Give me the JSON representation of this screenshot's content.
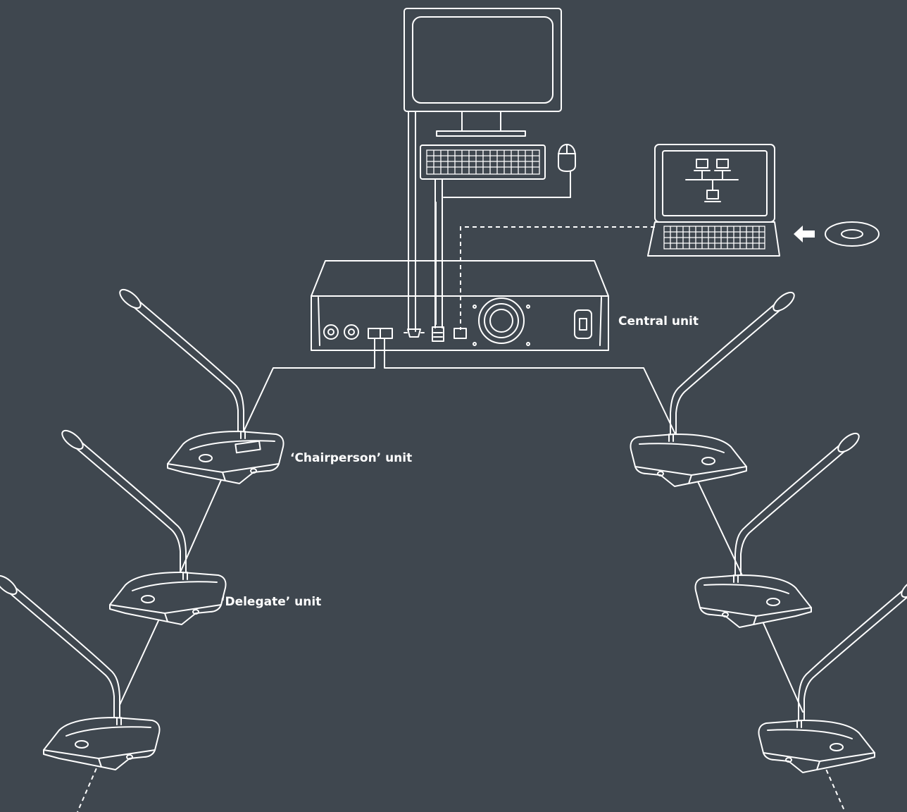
{
  "labels": {
    "central_unit": "Central unit",
    "chairperson_unit": "‘Chairperson’ unit",
    "delegate_unit": "‘Delegate’ unit"
  },
  "icons": {
    "monitor": "monitor-icon",
    "keyboard": "keyboard-icon",
    "mouse": "mouse-icon",
    "laptop": "laptop-icon",
    "network": "network-icon",
    "cd": "cd-icon",
    "arrow": "arrow-left-icon",
    "central_unit": "central-unit-icon",
    "conference_unit": "conference-microphone-unit-icon"
  },
  "colors": {
    "background": "#3f474f",
    "line": "#ffffff"
  }
}
